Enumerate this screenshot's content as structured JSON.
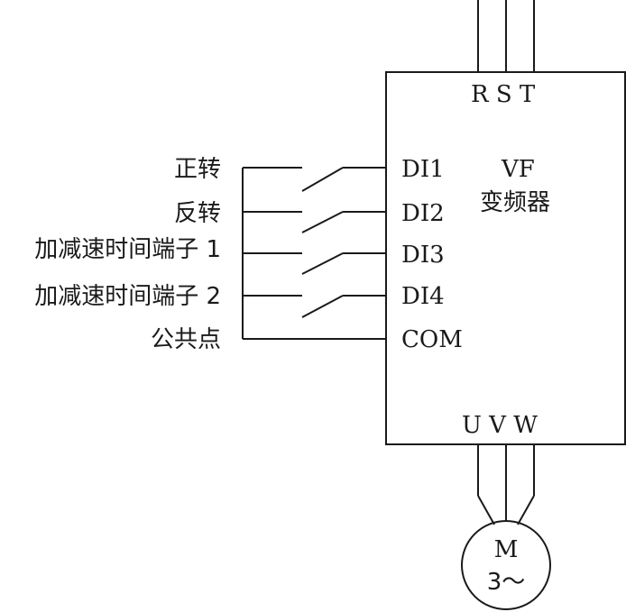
{
  "inverter": {
    "title_line1": "VF",
    "title_line2": "变频器",
    "input_terminals": "R S T",
    "output_terminals": "U  V W"
  },
  "inputs": [
    {
      "function": "正转",
      "terminal": "DI1"
    },
    {
      "function": "反转",
      "terminal": "DI2"
    },
    {
      "function": "加减速时间端子 1",
      "terminal": "DI3"
    },
    {
      "function": "加减速时间端子 2",
      "terminal": "DI4"
    },
    {
      "function": "公共点",
      "terminal": "COM"
    }
  ],
  "motor": {
    "label": "M",
    "phase": "3～"
  },
  "colors": {
    "line": "#1a1a1a",
    "background": "#ffffff"
  }
}
